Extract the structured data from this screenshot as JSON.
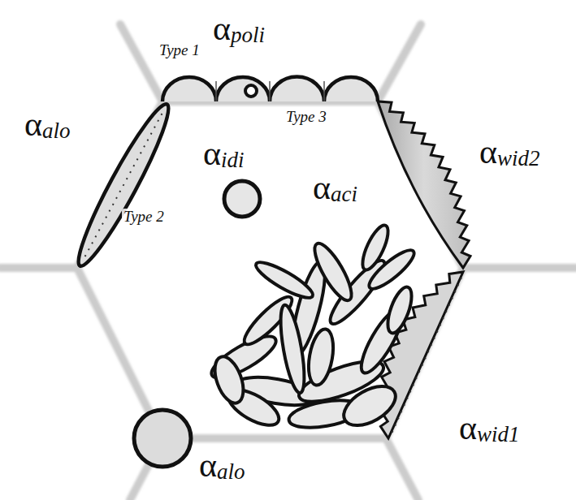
{
  "diagram": {
    "labels": [
      "Type 1",
      "αpoli",
      "αalo",
      "Type 3",
      "αidi",
      "αwid2",
      "Type 2",
      "αaci",
      "αwid1",
      "αalo"
    ]
  }
}
